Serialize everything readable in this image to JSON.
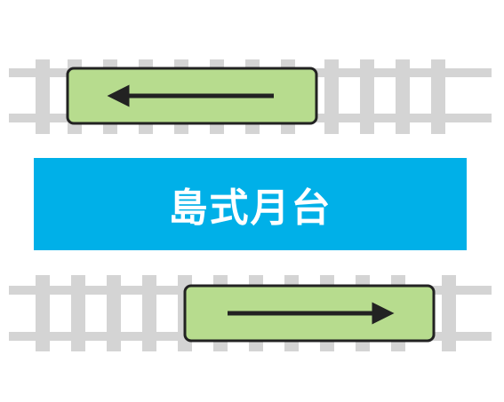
{
  "platform": {
    "label": "島式月台"
  },
  "colors": {
    "platform": "#00b0e8",
    "rail": "#d4d4d4",
    "train": "#b7dc8e",
    "train_border": "#222222",
    "arrow": "#222222"
  },
  "tracks": [
    {
      "name": "upper-track",
      "direction": "left"
    },
    {
      "name": "lower-track",
      "direction": "right"
    }
  ]
}
